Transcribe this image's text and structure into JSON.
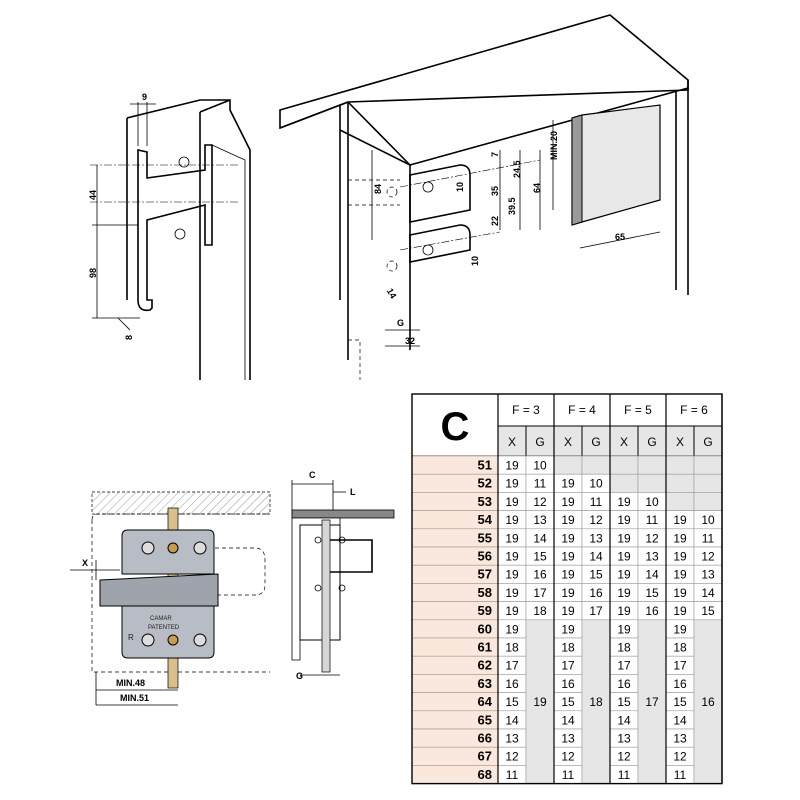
{
  "top_left": {
    "dims": [
      "9",
      "44",
      "98",
      "8"
    ]
  },
  "top_right": {
    "dims": [
      "84",
      "7",
      "10",
      "35",
      "24.5",
      "64",
      "MIN.20",
      "39.5",
      "22",
      "10",
      "14",
      "G",
      "32",
      "65"
    ]
  },
  "bottom_left": {
    "dims": [
      "X",
      "MIN.48",
      "MIN.51"
    ],
    "plate_text": [
      "CAMAR",
      "PATENTED",
      "R"
    ]
  },
  "bottom_mid": {
    "dims": [
      "C",
      "L",
      "G"
    ]
  },
  "table": {
    "title": "C",
    "groups": [
      "F = 3",
      "F = 4",
      "F = 5",
      "F = 6"
    ],
    "subheads": [
      "X",
      "G",
      "X",
      "G",
      "X",
      "G",
      "X",
      "G"
    ],
    "rows": [
      {
        "c": "51",
        "v": [
          "19",
          "10",
          "",
          "",
          "",
          "",
          "",
          ""
        ]
      },
      {
        "c": "52",
        "v": [
          "19",
          "11",
          "19",
          "10",
          "",
          "",
          "",
          ""
        ]
      },
      {
        "c": "53",
        "v": [
          "19",
          "12",
          "19",
          "11",
          "19",
          "10",
          "",
          ""
        ]
      },
      {
        "c": "54",
        "v": [
          "19",
          "13",
          "19",
          "12",
          "19",
          "11",
          "19",
          "10"
        ]
      },
      {
        "c": "55",
        "v": [
          "19",
          "14",
          "19",
          "13",
          "19",
          "12",
          "19",
          "11"
        ]
      },
      {
        "c": "56",
        "v": [
          "19",
          "15",
          "19",
          "14",
          "19",
          "13",
          "19",
          "12"
        ]
      },
      {
        "c": "57",
        "v": [
          "19",
          "16",
          "19",
          "15",
          "19",
          "14",
          "19",
          "13"
        ]
      },
      {
        "c": "58",
        "v": [
          "19",
          "17",
          "19",
          "16",
          "19",
          "15",
          "19",
          "14"
        ]
      },
      {
        "c": "59",
        "v": [
          "19",
          "18",
          "19",
          "17",
          "19",
          "16",
          "19",
          "15"
        ]
      },
      {
        "c": "60",
        "v": [
          "19",
          "",
          "19",
          "",
          "19",
          "",
          "19",
          ""
        ]
      },
      {
        "c": "61",
        "v": [
          "18",
          "",
          "18",
          "",
          "18",
          "",
          "18",
          ""
        ]
      },
      {
        "c": "62",
        "v": [
          "17",
          "",
          "17",
          "",
          "17",
          "",
          "17",
          ""
        ]
      },
      {
        "c": "63",
        "v": [
          "16",
          "",
          "16",
          "",
          "16",
          "",
          "16",
          ""
        ]
      },
      {
        "c": "64",
        "v": [
          "15",
          "19",
          "15",
          "18",
          "15",
          "17",
          "15",
          "16"
        ]
      },
      {
        "c": "65",
        "v": [
          "14",
          "",
          "14",
          "",
          "14",
          "",
          "14",
          ""
        ]
      },
      {
        "c": "66",
        "v": [
          "13",
          "",
          "13",
          "",
          "13",
          "",
          "13",
          ""
        ]
      },
      {
        "c": "67",
        "v": [
          "12",
          "",
          "12",
          "",
          "12",
          "",
          "12",
          ""
        ]
      },
      {
        "c": "68",
        "v": [
          "11",
          "",
          "11",
          "",
          "11",
          "",
          "11",
          ""
        ]
      }
    ]
  },
  "colors": {
    "row_label_bg": "#fbe8dc",
    "cell_bg_gray": "#e6e6e6",
    "plate": "#b8bcc4"
  }
}
